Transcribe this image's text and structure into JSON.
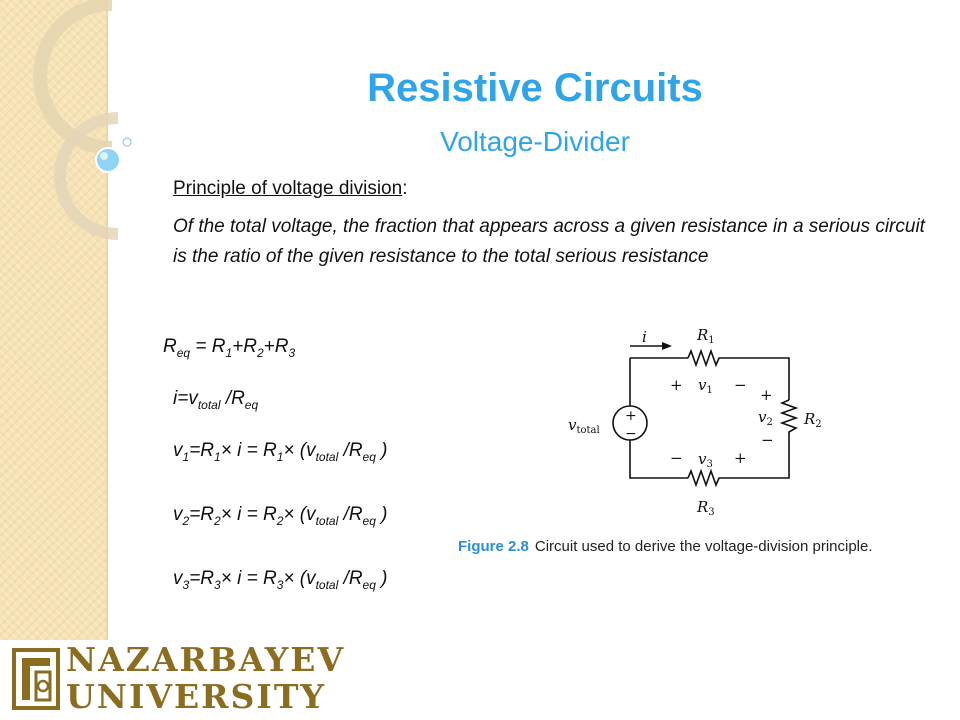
{
  "slide": {
    "title": "Resistive Circuits",
    "subtitle": "Voltage-Divider",
    "principle_label": "Principle of voltage division",
    "principle_colon": ":",
    "description": "Of the total voltage, the fraction that appears across a given resistance in a serious circuit is the ratio of the given resistance to the total serious resistance"
  },
  "equations": {
    "req": {
      "lhs": "R",
      "lhs_sub": "eq",
      "eqs": " = R",
      "s1": "1",
      "p1": "+R",
      "s2": "2",
      "p2": "+R",
      "s3": "3"
    },
    "i": {
      "a": "i=v",
      "a_sub": "total",
      "b": " /R",
      "b_sub": "eq"
    },
    "v1": {
      "a": "v",
      "a_sub": "1",
      "b": "=R",
      "b_sub": "1",
      "c": "× i = R",
      "c_sub": "1",
      "d": "× (v",
      "d_sub": "total",
      "e": " /R",
      "e_sub": "eq",
      "f": " )"
    },
    "v2": {
      "a": "v",
      "a_sub": "2",
      "b": "=R",
      "b_sub": "2",
      "c": "× i = R",
      "c_sub": "2",
      "d": "× (v",
      "d_sub": "total",
      "e": " /R",
      "e_sub": "eq",
      "f": " )"
    },
    "v3": {
      "a": "v",
      "a_sub": "3",
      "b": "=R",
      "b_sub": "3",
      "c": "× i = R",
      "c_sub": "3",
      "d": "× (v",
      "d_sub": "total",
      "e": " /R",
      "e_sub": "eq",
      "f": " )"
    }
  },
  "circuit": {
    "current": "i",
    "r1": "R",
    "r1_sub": "1",
    "r2": "R",
    "r2_sub": "2",
    "r3": "R",
    "r3_sub": "3",
    "v1": "v",
    "v1_sub": "1",
    "v2": "v",
    "v2_sub": "2",
    "v3": "v",
    "v3_sub": "3",
    "vtotal": "v",
    "vtotal_sub": "total",
    "plus": "+",
    "minus": "−"
  },
  "figure": {
    "label": "Figure 2.8",
    "caption": "Circuit used to derive the voltage-division principle."
  },
  "logo": {
    "line1": "NAZARBAYEV",
    "line2": "UNIVERSITY"
  },
  "colors": {
    "accent": "#2fa4e7",
    "strip": "#f6e2b4",
    "logo": "#8a6d1f"
  }
}
